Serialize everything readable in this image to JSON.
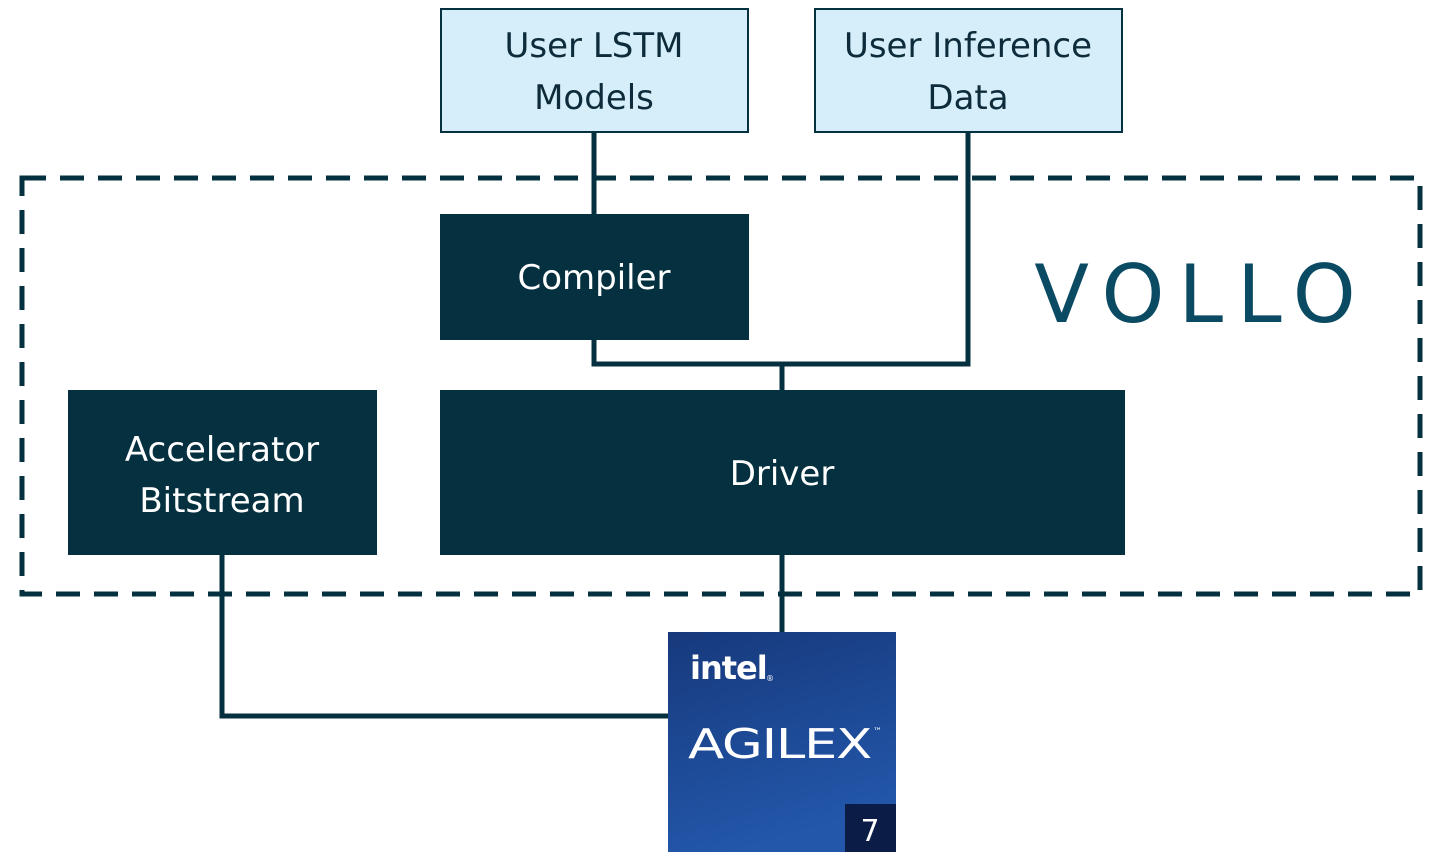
{
  "colors": {
    "dark_box": "#04303f",
    "light_box_fill": "#d6eefa",
    "light_box_stroke": "#04303f",
    "connector": "#04303f",
    "dashed_border": "#04303f",
    "brand_text": "#0b4a63",
    "chip_gradient_top": "#1b3f86",
    "chip_gradient_bottom": "#1f55a8",
    "chip_text": "#ffffff",
    "chip_corner": "#0b1d46",
    "box_text_light": "#ffffff",
    "box_text_dark": "#0d2b3a"
  },
  "inputs": {
    "user_lstm_models": {
      "line1": "User LSTM",
      "line2": "Models"
    },
    "user_inference_data": {
      "line1": "User Inference",
      "line2": "Data"
    }
  },
  "vollo_group": {
    "brand_label": "VOLLO",
    "compiler_label": "Compiler",
    "driver_label": "Driver",
    "accelerator": {
      "line1": "Accelerator",
      "line2": "Bitstream"
    }
  },
  "chip": {
    "brand": "intel",
    "registered": "®",
    "product": "AGILEX",
    "trademark": "™",
    "series": "7",
    "icon": "intel-agilex-7-logo"
  }
}
